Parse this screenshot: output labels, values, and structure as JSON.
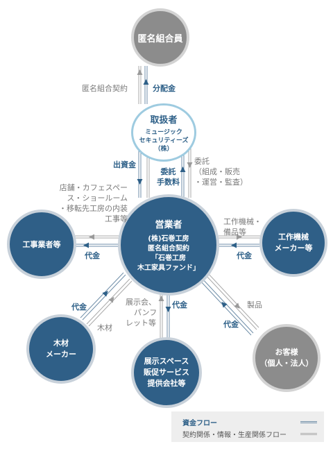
{
  "nodes": {
    "investors": "匿名組合員",
    "handler": {
      "title": "取扱者",
      "name": [
        "ミュージック",
        "セキュリティーズ",
        "（株）"
      ]
    },
    "operator": {
      "title": "営業者",
      "name": [
        "(株)石巻工房",
        "匿名組合契約",
        "「石巻工房",
        "木工家具ファンド」"
      ]
    },
    "contractors": "工事業者等",
    "machine_maker": [
      "工作機械",
      "メーカー等"
    ],
    "lumber_maker": [
      "木材",
      "メーカー"
    ],
    "exhibition": [
      "展示スペース",
      "販促サービス",
      "提供会社等"
    ],
    "customers": [
      "お客様",
      "（個人・法人）"
    ]
  },
  "labels": {
    "contract": "匿名組合契約",
    "distribution": "分配金",
    "investment": "出資金",
    "commission_fee": [
      "委託",
      "手数料"
    ],
    "commission": [
      "委託",
      "（組成・販売",
      "・運営・監査）"
    ],
    "shop": [
      "店舗・カフェスペー",
      "ス・ショールーム",
      "・移転先工房の内装",
      "工事等"
    ],
    "payment_left": "代金",
    "machine_goods": [
      "工作機械・",
      "備品等"
    ],
    "payment_right": "代金",
    "payment_lumber": "代金",
    "lumber": "木材",
    "exhibition_items": [
      "展示会、",
      "パンフ",
      "レット等"
    ],
    "payment_exhibit": "代金",
    "product": "製品",
    "payment_customer": "代金"
  },
  "legend": {
    "money_flow": "資金フロー",
    "info_flow": "契約関係・情報・生産関係フロー"
  },
  "colors": {
    "money": "#2e6088",
    "contract": "#9a9a9a",
    "investor_node": "#8c8c8c",
    "operator_node": "#2f5f87",
    "handler_border": "#9ecbe0"
  }
}
